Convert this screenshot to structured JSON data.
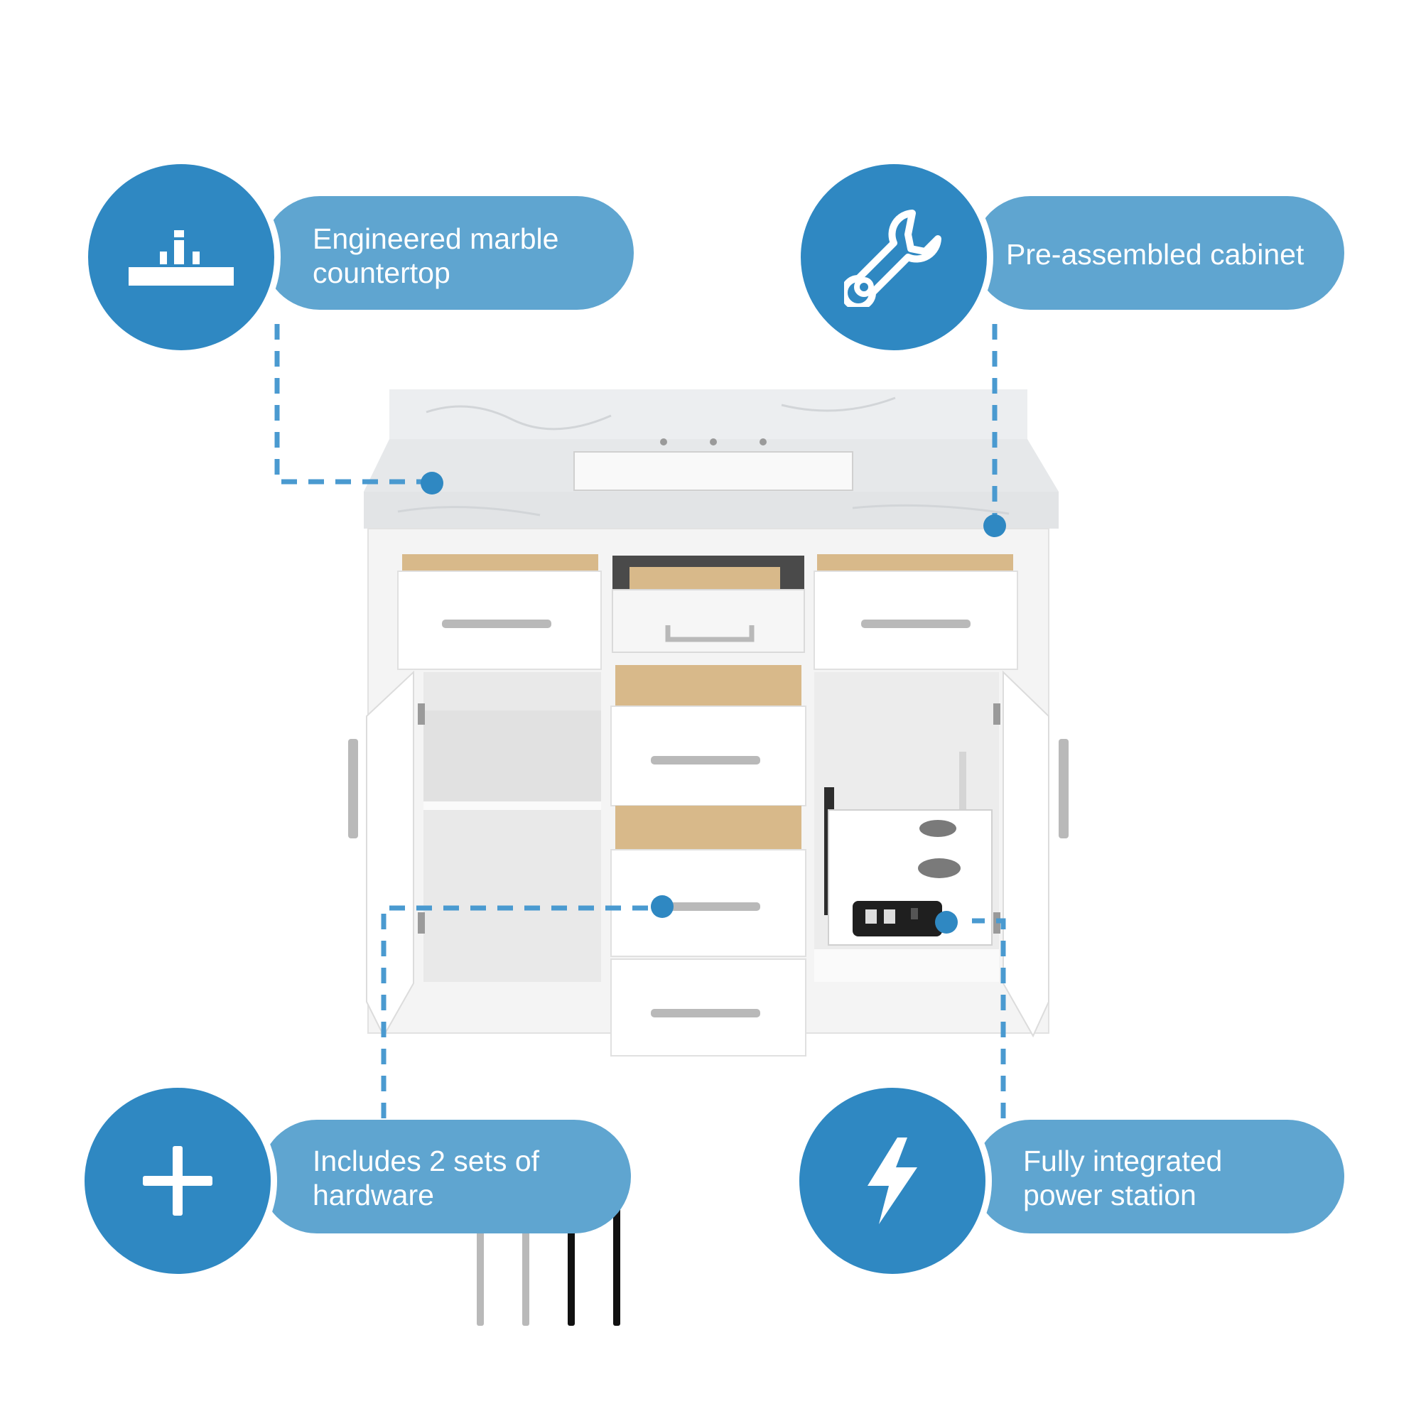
{
  "features": [
    {
      "label_line1": "Engineered marble",
      "label_line2": "countertop",
      "icon": "countertop-icon"
    },
    {
      "label_line1": "Pre-assembled cabinet",
      "label_line2": "",
      "icon": "wrench-icon"
    },
    {
      "label_line1": "Includes 2 sets of",
      "label_line2": "hardware",
      "icon": "plus-icon"
    },
    {
      "label_line1": "Fully integrated",
      "label_line2": "power station",
      "icon": "lightning-icon"
    }
  ],
  "colors": {
    "accent": "#2f88c2",
    "pill": "#5fa5d0",
    "connector": "#4a9ad0",
    "cabinet": "#ffffff",
    "drawer_wood": "#d8b98a",
    "hardware_brushed": "#b9b9b9",
    "hardware_black": "#111111"
  }
}
